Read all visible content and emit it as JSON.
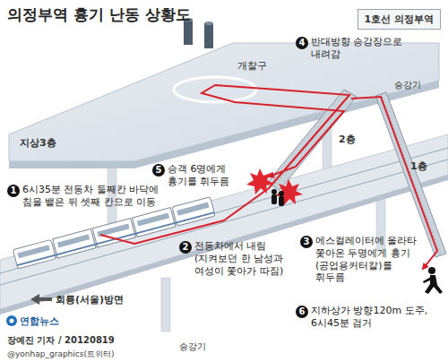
{
  "diagram": {
    "title": "의정부역 흉기 난동 상황도",
    "caption": "장예진 기자 / 20120819",
    "nodes": [
      {
        "text": [
          "1호선 의정부역"
        ]
      },
      {
        "text": [
          "1",
          "6시35분 전동차 둘째칸 바닥에 침을 뱉은 뒤 셋째 칸으로 이동"
        ]
      },
      {
        "text": [
          "2",
          "전동차에서 내림 (지켜보던 한 남성과 여성이 쫓아가 따짐)"
        ]
      },
      {
        "text": [
          "3",
          "에스컬레이터에 올라타 쫓아온 두명에게 흉기 (공업용커터칼)를 휘두름"
        ]
      },
      {
        "text": [
          "4",
          "반대방향 승강장으로 내려감"
        ]
      },
      {
        "text": [
          "5",
          "승객 6명에게 흉기를 휘두름"
        ]
      },
      {
        "text": [
          "6",
          "지하상가 방향120m 도주, 6시45분 검거"
        ]
      }
    ],
    "labels": [
      "지상3층",
      "개찰구",
      "승강기",
      "2층",
      "1층",
      "승강기",
      "회룡(서울)방면",
      "연합뉴스",
      "@yonhap_graphics(트위터)"
    ]
  }
}
